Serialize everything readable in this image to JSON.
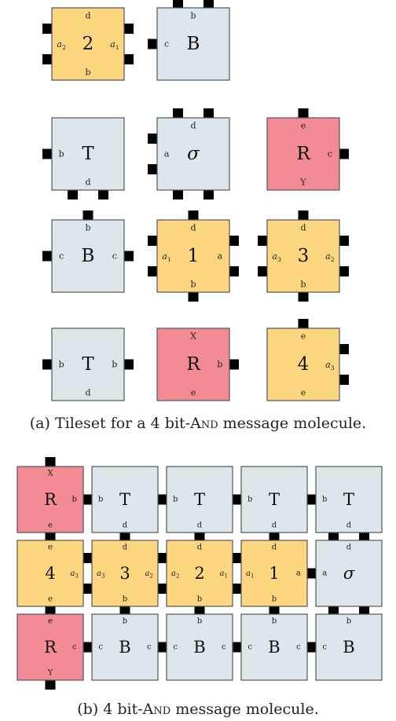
{
  "colors": {
    "blue": "#dde6ea",
    "yellow": "#fdd680",
    "red": "#f38b94",
    "border": "#555555",
    "glue": "#000000"
  },
  "caption_a": {
    "prefix": "(a) Tileset for a 4 bit-",
    "and": "And",
    "suffix": " message molecule."
  },
  "caption_b": {
    "prefix": "(b) 4 bit-",
    "and": "And",
    "suffix": " message molecule."
  },
  "tileset": [
    {
      "id": "tile-2",
      "color": "yellow",
      "label": "2",
      "north": "d",
      "south": "b",
      "west": "a2",
      "east": "a1",
      "glue": {
        "north": 0,
        "south": 0,
        "west": 2,
        "east": 2
      }
    },
    {
      "id": "tile-b-top",
      "color": "blue",
      "label": "B",
      "north": "b",
      "south": "",
      "west": "c",
      "east": "",
      "glue": {
        "north": 2,
        "south": 0,
        "west": 1,
        "east": 0
      }
    },
    {
      "id": "tile-t-1",
      "color": "blue",
      "label": "T",
      "north": "",
      "south": "d",
      "west": "b",
      "east": "",
      "glue": {
        "north": 0,
        "south": 2,
        "west": 1,
        "east": 0
      }
    },
    {
      "id": "tile-sigma",
      "color": "blue",
      "label": "σ",
      "north": "d",
      "south": "",
      "west": "a",
      "east": "",
      "glue": {
        "north": 2,
        "south": 2,
        "west": 2,
        "east": 0
      }
    },
    {
      "id": "tile-r-1",
      "color": "red",
      "label": "R",
      "north": "e",
      "south": "Y",
      "west": "",
      "east": "c",
      "glue": {
        "north": 1,
        "south": 0,
        "west": 0,
        "east": 1
      }
    },
    {
      "id": "tile-b-mid",
      "color": "blue",
      "label": "B",
      "north": "b",
      "south": "",
      "west": "c",
      "east": "c",
      "glue": {
        "north": 1,
        "south": 0,
        "west": 1,
        "east": 1
      }
    },
    {
      "id": "tile-1",
      "color": "yellow",
      "label": "1",
      "north": "d",
      "south": "b",
      "west": "a1",
      "east": "a",
      "glue": {
        "north": 1,
        "south": 1,
        "west": 2,
        "east": 2
      }
    },
    {
      "id": "tile-3",
      "color": "yellow",
      "label": "3",
      "north": "d",
      "south": "b",
      "west": "a3",
      "east": "a2",
      "glue": {
        "north": 1,
        "south": 1,
        "west": 2,
        "east": 2
      }
    },
    {
      "id": "tile-t-2",
      "color": "blue",
      "label": "T",
      "north": "",
      "south": "d",
      "west": "b",
      "east": "b",
      "glue": {
        "north": 0,
        "south": 0,
        "west": 1,
        "east": 1
      }
    },
    {
      "id": "tile-r-2",
      "color": "red",
      "label": "R",
      "north": "X",
      "south": "e",
      "west": "",
      "east": "b",
      "glue": {
        "north": 0,
        "south": 0,
        "west": 0,
        "east": 1
      }
    },
    {
      "id": "tile-4",
      "color": "yellow",
      "label": "4",
      "north": "e",
      "south": "e",
      "west": "",
      "east": "a3",
      "glue": {
        "north": 1,
        "south": 0,
        "west": 0,
        "east": 2
      }
    }
  ],
  "molecule": [
    {
      "id": "mol-r-top",
      "color": "red",
      "label": "R",
      "north": "X",
      "south": "e",
      "west": "",
      "east": "b",
      "glue": {
        "north": 1,
        "south": 0,
        "west": 0,
        "east": 0
      }
    },
    {
      "id": "mol-t-1",
      "color": "blue",
      "label": "T",
      "north": "",
      "south": "d",
      "west": "b",
      "east": "",
      "glue": {}
    },
    {
      "id": "mol-t-2",
      "color": "blue",
      "label": "T",
      "north": "",
      "south": "d",
      "west": "b",
      "east": "",
      "glue": {}
    },
    {
      "id": "mol-t-3",
      "color": "blue",
      "label": "T",
      "north": "",
      "south": "d",
      "west": "b",
      "east": "",
      "glue": {}
    },
    {
      "id": "mol-t-4",
      "color": "blue",
      "label": "T",
      "north": "",
      "south": "d",
      "west": "b",
      "east": "",
      "glue": {}
    },
    {
      "id": "mol-4",
      "color": "yellow",
      "label": "4",
      "north": "e",
      "south": "e",
      "west": "",
      "east": "a3",
      "glue": {}
    },
    {
      "id": "mol-3",
      "color": "yellow",
      "label": "3",
      "north": "d",
      "south": "b",
      "west": "a3",
      "east": "a2",
      "glue": {}
    },
    {
      "id": "mol-2",
      "color": "yellow",
      "label": "2",
      "north": "d",
      "south": "b",
      "west": "a2",
      "east": "a1",
      "glue": {}
    },
    {
      "id": "mol-1",
      "color": "yellow",
      "label": "1",
      "north": "d",
      "south": "b",
      "west": "a1",
      "east": "a",
      "glue": {}
    },
    {
      "id": "mol-sigma",
      "color": "blue",
      "label": "σ",
      "north": "d",
      "south": "",
      "west": "a",
      "east": "",
      "glue": {}
    },
    {
      "id": "mol-r-bottom",
      "color": "red",
      "label": "R",
      "north": "e",
      "south": "Y",
      "west": "",
      "east": "c",
      "glue": {
        "north": 0,
        "south": 1,
        "west": 0,
        "east": 0
      }
    },
    {
      "id": "mol-b-1",
      "color": "blue",
      "label": "B",
      "north": "b",
      "south": "",
      "west": "c",
      "east": "c",
      "glue": {}
    },
    {
      "id": "mol-b-2",
      "color": "blue",
      "label": "B",
      "north": "b",
      "south": "",
      "west": "c",
      "east": "c",
      "glue": {}
    },
    {
      "id": "mol-b-3",
      "color": "blue",
      "label": "B",
      "north": "b",
      "south": "",
      "west": "c",
      "east": "c",
      "glue": {}
    },
    {
      "id": "mol-b-4",
      "color": "blue",
      "label": "B",
      "north": "b",
      "south": "",
      "west": "c",
      "east": "",
      "glue": {}
    }
  ]
}
